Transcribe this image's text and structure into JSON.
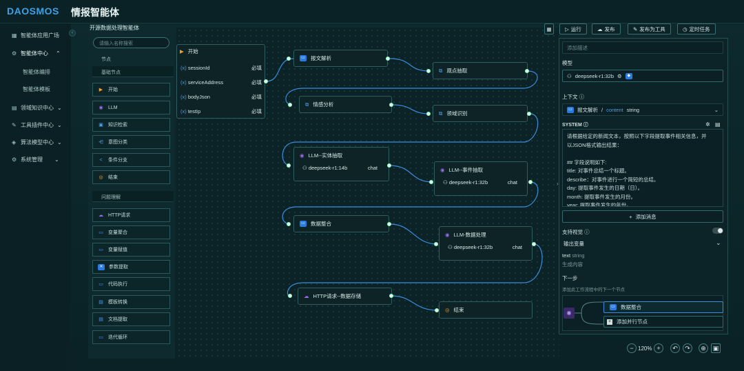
{
  "header": {
    "logo": "DAOSMOS",
    "title": "情报智能体"
  },
  "sidebar": {
    "items": [
      {
        "label": "智能体应用广场",
        "icon": "grid-icon"
      },
      {
        "label": "智能体中心",
        "icon": "gear-icon"
      },
      {
        "label": "领域知识中心",
        "icon": "book-icon"
      },
      {
        "label": "工具插件中心",
        "icon": "wrench-icon"
      },
      {
        "label": "算法模型中心",
        "icon": "cube-icon"
      },
      {
        "label": "系统管理",
        "icon": "settings-icon"
      }
    ],
    "subitems": [
      "智能体编排",
      "智能体模板"
    ]
  },
  "panel": {
    "title": "开源数据处理智能体",
    "search_placeholder": "请输入名称搜索",
    "section_nodes": "节点",
    "section_basic": "基础节点",
    "basic_nodes": [
      {
        "label": "开始",
        "icon": "play-icon"
      },
      {
        "label": "LLM",
        "icon": "llm-icon"
      },
      {
        "label": "知识检索",
        "icon": "image-icon"
      },
      {
        "label": "意图分类",
        "icon": "classify-icon"
      },
      {
        "label": "条件分支",
        "icon": "branch-icon"
      },
      {
        "label": "结束",
        "icon": "stop-icon"
      }
    ],
    "section_advanced": "问题理解",
    "advanced_nodes": [
      {
        "label": "HTTP请求",
        "icon": "cloud-icon"
      },
      {
        "label": "变量聚合",
        "icon": "aggregate-icon"
      },
      {
        "label": "变量赋值",
        "icon": "assign-icon"
      },
      {
        "label": "参数提取",
        "icon": "extract-icon"
      },
      {
        "label": "代码执行",
        "icon": "code-icon"
      },
      {
        "label": "模板转换",
        "icon": "template-icon"
      },
      {
        "label": "文档提取",
        "icon": "doc-icon"
      },
      {
        "label": "迭代循环",
        "icon": "loop-icon"
      }
    ]
  },
  "toolbar": {
    "run": "运行",
    "publish": "发布",
    "publish_tool": "发布为工具",
    "schedule": "定时任务"
  },
  "canvas": {
    "start_node": {
      "title": "开始",
      "params": [
        {
          "name": "sessionId",
          "req": "必填"
        },
        {
          "name": "serviceAddress",
          "req": "必填"
        },
        {
          "name": "bodyJson",
          "req": "必填"
        },
        {
          "name": "testIp",
          "req": "必填"
        }
      ]
    },
    "nodes": {
      "parse": "报文解析",
      "viewpoint": "观点抽取",
      "sentiment": "情感分析",
      "domain": "领域识别",
      "llm_entity": "LLM--实体抽取",
      "llm_entity_model": "deepseek-r1:14b",
      "llm_entity_mode": "chat",
      "llm_event": "LLM--事件抽取",
      "llm_event_model": "deepseek-r1:32b",
      "llm_event_mode": "chat",
      "integrate": "数据整合",
      "llm_process": "LLM-数据处理",
      "llm_process_model": "deepseek-r1:32b",
      "llm_process_mode": "chat",
      "http": "HTTP请求--数据存储",
      "end": "结束"
    }
  },
  "right": {
    "desc_placeholder": "添加描述",
    "model_label": "模型",
    "model_value": "deepseek-r1:32b",
    "context_label": "上下文",
    "context_value": "报文解析",
    "context_var": "content",
    "context_type": "string",
    "system_label": "SYSTEM",
    "system_lines": [
      "请根据给定的新闻文本，按照以下字段提取事件相关信息，并",
      "以JSON格式输出结果：",
      "",
      "## 字段说明如下:",
      "title: 对事件总结一个标题。",
      "describe：对事件进行一个简短的总结。",
      "day: 提取事件发生的日期（日）。",
      "month: 提取事件发生的月份。",
      "year: 提取事件发生的年份。"
    ],
    "add_message": "添加消息",
    "vision_label": "支持视觉",
    "output_label": "输出变量",
    "output_var": "text",
    "output_type": "string",
    "output_desc": "生成内容",
    "next_label": "下一步",
    "next_desc": "添加此工作流程中的下一个节点",
    "next_node": "数据整合",
    "add_parallel": "添加并行节点"
  },
  "zoom": {
    "level": "120%"
  },
  "colors": {
    "accent": "#3a8ee0",
    "purple": "#9b6cf0",
    "orange": "#f0a030"
  }
}
